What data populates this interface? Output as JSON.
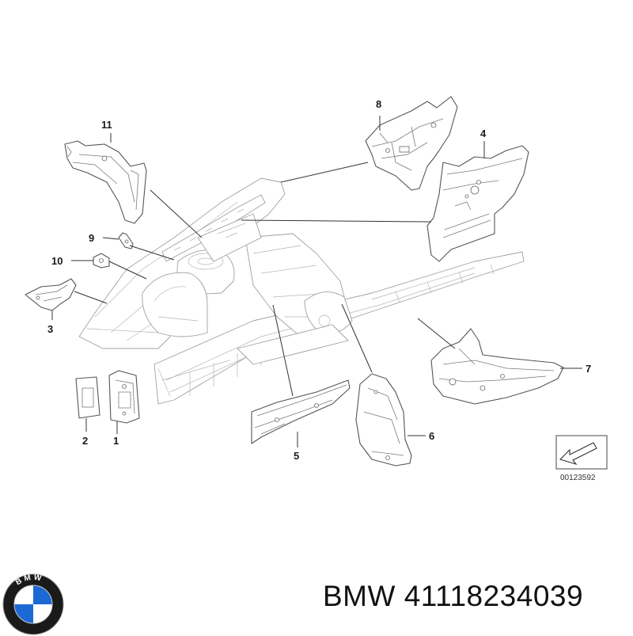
{
  "diagram": {
    "callouts": [
      "1",
      "2",
      "3",
      "4",
      "5",
      "6",
      "7",
      "8",
      "9",
      "10",
      "11"
    ],
    "diagram_code": "00123592"
  },
  "brand": {
    "name": "BMW",
    "part_number": "41118234039",
    "logo_colors": {
      "ring": "#1a1a1a",
      "blue": "#1c69d4",
      "white": "#ffffff"
    }
  },
  "footer": {
    "title": "BMW 41118234039"
  }
}
